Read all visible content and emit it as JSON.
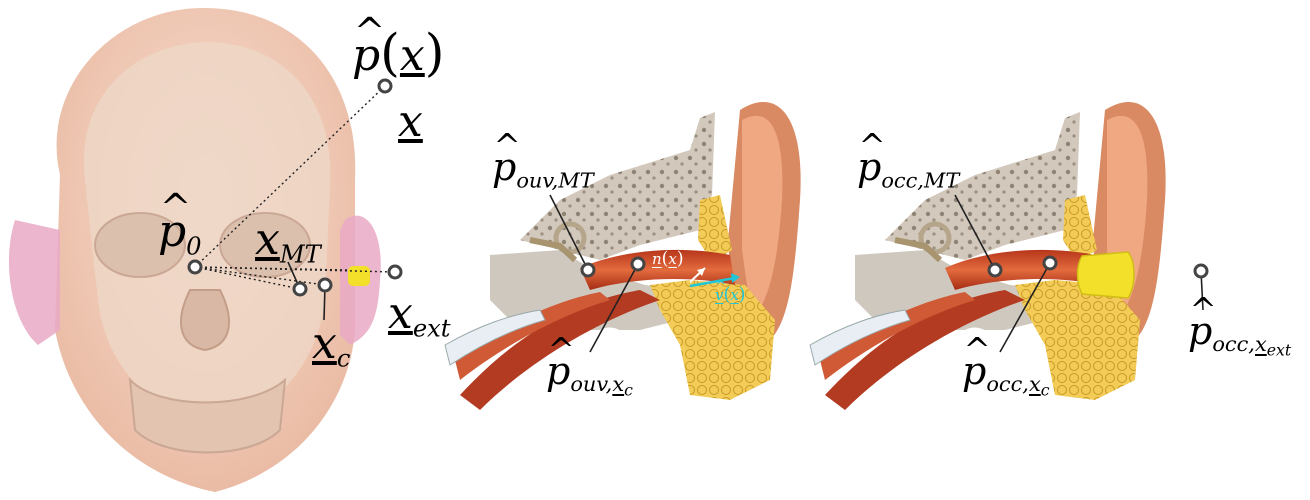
{
  "colors": {
    "skin": "#f3c9b4",
    "skull": "#e9d3c3",
    "ear_pink": "#e7a3c6",
    "canal": "#d9542e",
    "bone": "#cfc6bb",
    "fat": "#f0c64a",
    "plug": "#f3e02a",
    "cyan_vector": "#1fc6d6"
  },
  "panel_head": {
    "label_p_field": {
      "p": "p",
      "x": "x"
    },
    "label_x": "x",
    "label_p0": {
      "p": "p",
      "sub": "0"
    },
    "label_xMT": {
      "x": "x",
      "sub": "MT"
    },
    "label_xext": {
      "x": "x",
      "sub": "ext"
    },
    "label_xc": {
      "x": "x",
      "sub": "c"
    }
  },
  "panel_open": {
    "label_p_ouv_MT": {
      "p": "p",
      "sub": "ouv,MT"
    },
    "label_p_ouv_xc": {
      "p": "p",
      "sub": "ouv,",
      "subsub": "c",
      "x": "x"
    },
    "label_n": {
      "n": "n",
      "x": "x"
    },
    "label_v": {
      "v": "v",
      "x": "x"
    }
  },
  "panel_occluded": {
    "label_p_occ_MT": {
      "p": "p",
      "sub": "occ,MT"
    },
    "label_p_occ_xc": {
      "p": "p",
      "sub": "occ,",
      "subsub": "c",
      "x": "x"
    },
    "label_p_occ_xext": {
      "p": "p",
      "sub": "occ,",
      "subsub": "ext",
      "x": "x"
    }
  }
}
